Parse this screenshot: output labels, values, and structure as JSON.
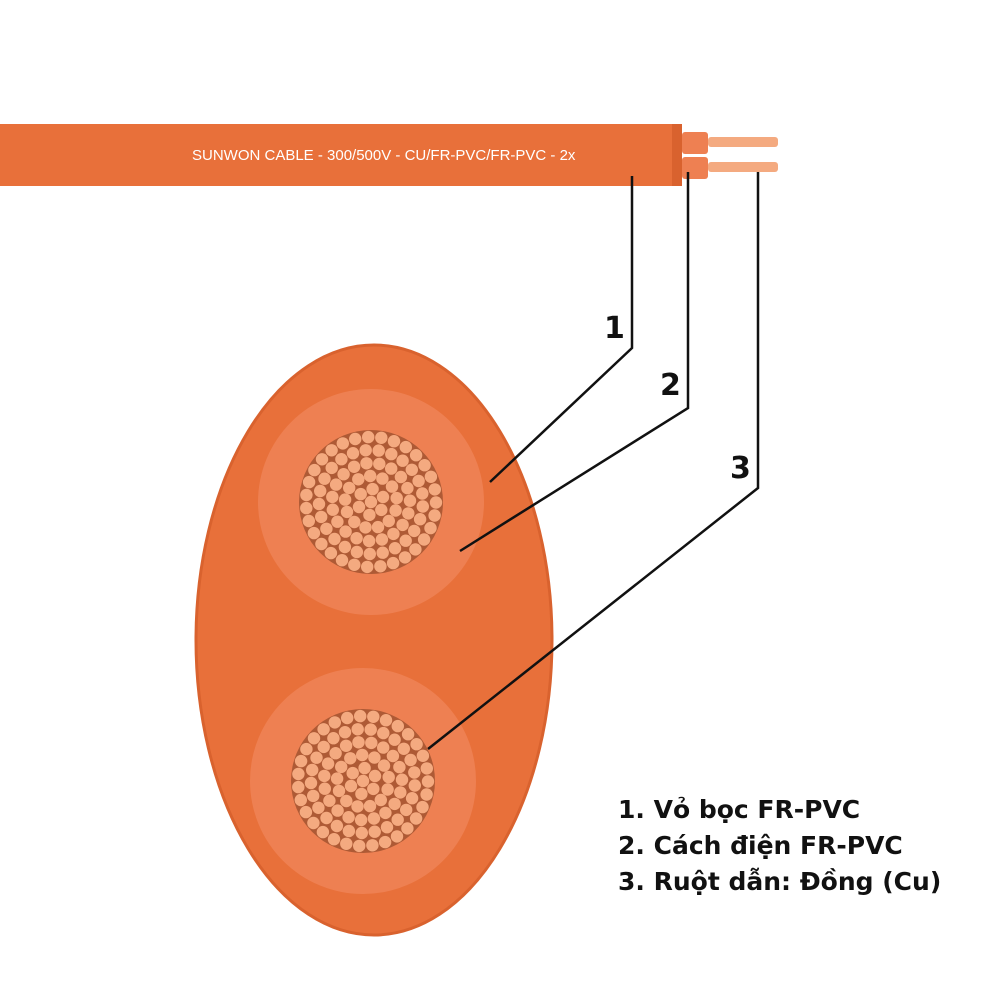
{
  "cable_marking": "SUNWON CABLE - 300/500V - CU/FR-PVC/FR-PVC - 2x",
  "callouts": [
    "1",
    "2",
    "3"
  ],
  "legend": [
    "1. Vỏ bọc FR-PVC",
    "2. Cách điện FR-PVC",
    "3. Ruột dẫn: Đồng (Cu)"
  ],
  "colors": {
    "sheath": "#E8703A",
    "sheath_dark": "#D9622E",
    "insulation": "#EE8052",
    "strand": "#F4AA80",
    "leader": "#111111"
  }
}
